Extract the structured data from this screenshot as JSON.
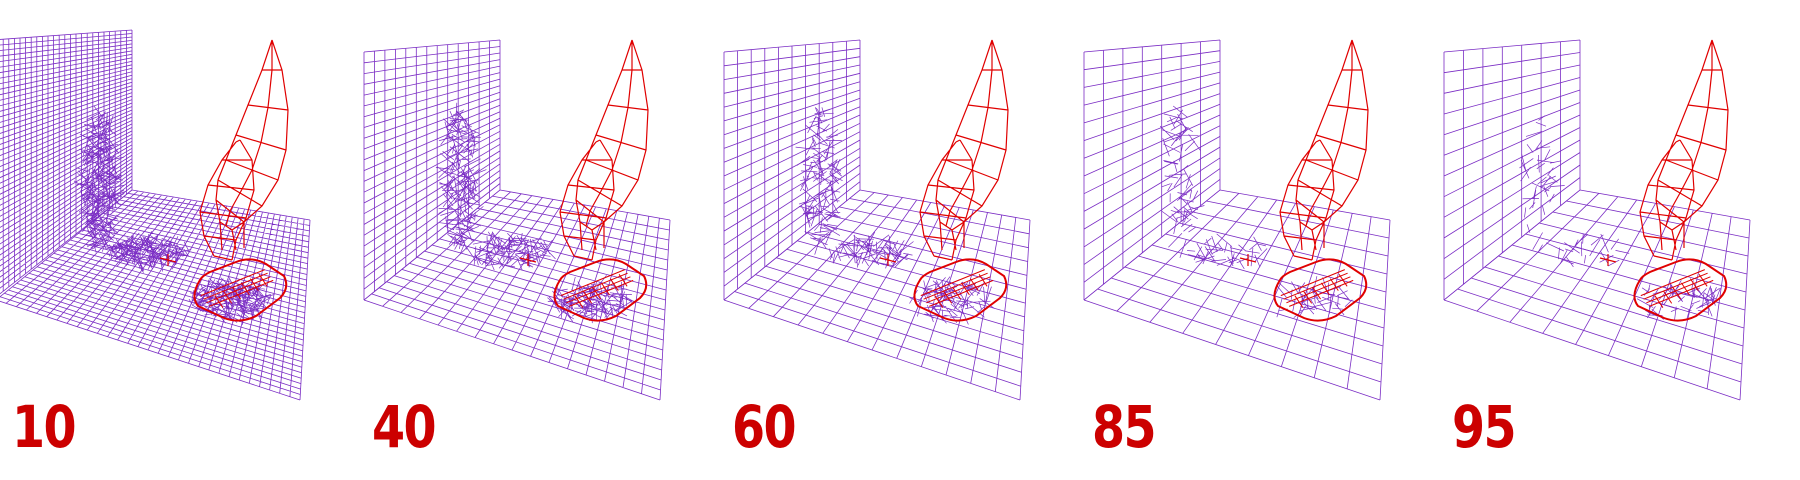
{
  "colors": {
    "mesh": "#7a2cc4",
    "model": "#e00000",
    "label": "#cc0000",
    "background": "#ffffff"
  },
  "panels": [
    {
      "label": "10",
      "density": 10
    },
    {
      "label": "40",
      "density": 40
    },
    {
      "label": "60",
      "density": 60
    },
    {
      "label": "85",
      "density": 85
    },
    {
      "label": "95",
      "density": 95
    }
  ]
}
